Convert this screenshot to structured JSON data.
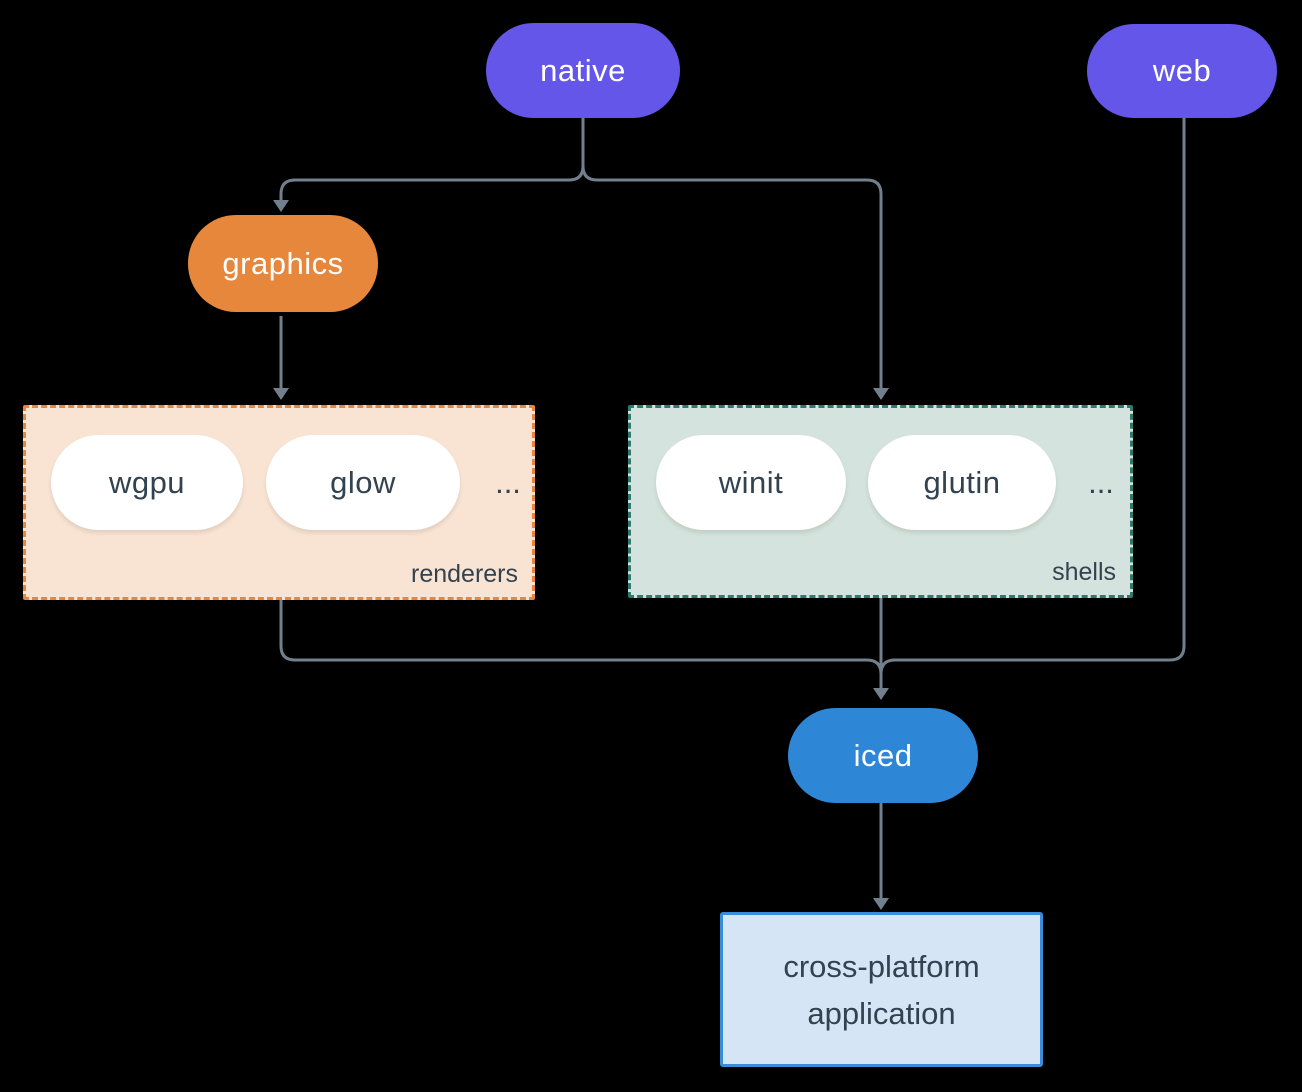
{
  "diagram": {
    "nodes": {
      "native": {
        "label": "native"
      },
      "web": {
        "label": "web"
      },
      "graphics": {
        "label": "graphics"
      },
      "iced": {
        "label": "iced"
      },
      "app": {
        "label_line1": "cross-platform",
        "label_line2": "application"
      }
    },
    "groups": {
      "renderers": {
        "label": "renderers",
        "items": [
          "wgpu",
          "glow"
        ],
        "ellipsis": "..."
      },
      "shells": {
        "label": "shells",
        "items": [
          "winit",
          "glutin"
        ],
        "ellipsis": "..."
      }
    },
    "colors": {
      "node_purple": "#6456E8",
      "node_orange": "#E6873C",
      "node_blue": "#2E87D6",
      "group_renderers_bg": "#F9E4D3",
      "group_renderers_border": "#E8873C",
      "group_shells_bg": "#D4E3DD",
      "group_shells_border": "#2E7A6C",
      "app_bg": "#D5E5F6",
      "app_border": "#3A8BD8",
      "edge": "#72808E",
      "text_dark": "#33424F",
      "text_light": "#FFFFFF",
      "canvas_bg": "#000000"
    }
  }
}
